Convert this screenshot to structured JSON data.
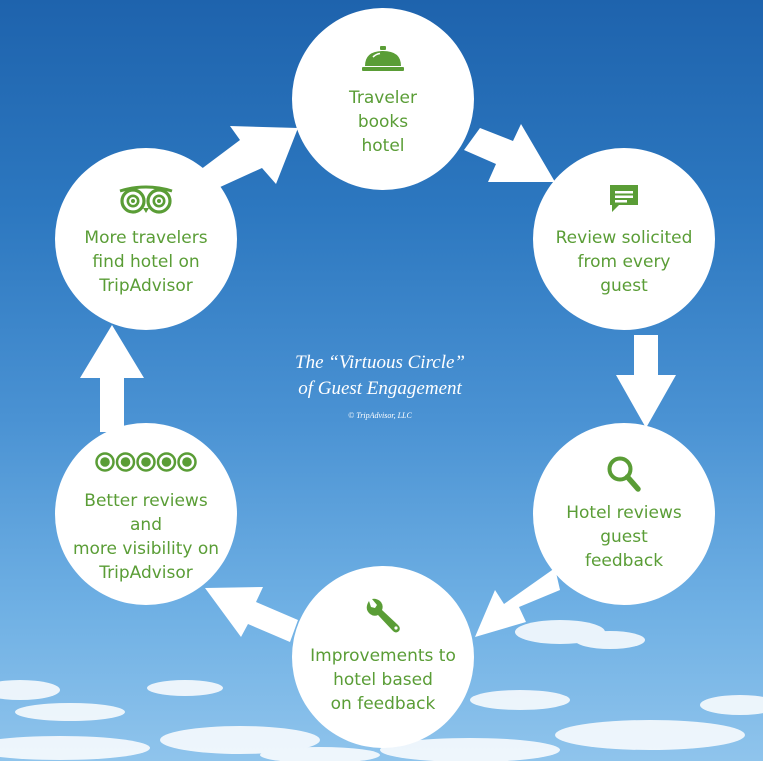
{
  "diagram": {
    "title": "The “Virtuous Circle”\nof Guest Engagement",
    "copyright": "© TripAdvisor, LLC",
    "colors": {
      "green": "#5a9d36",
      "node_fill": "#ffffff",
      "arrow": "#ffffff"
    },
    "steps": [
      {
        "id": "step-1",
        "label": "Traveler\nbooks\nhotel",
        "icon": "service-bell-icon"
      },
      {
        "id": "step-2",
        "label": "Review solicited\nfrom every\nguest",
        "icon": "speech-bubble-icon"
      },
      {
        "id": "step-3",
        "label": "Hotel reviews\nguest\nfeedback",
        "icon": "magnifier-icon"
      },
      {
        "id": "step-4",
        "label": "Improvements to\nhotel based\non feedback",
        "icon": "wrench-icon"
      },
      {
        "id": "step-5",
        "label": "Better reviews and\nmore visibility on\nTripAdvisor",
        "icon": "five-bubbles-rating-icon"
      },
      {
        "id": "step-6",
        "label": "More travelers\nfind hotel on\nTripAdvisor",
        "icon": "tripadvisor-owl-icon"
      }
    ]
  }
}
